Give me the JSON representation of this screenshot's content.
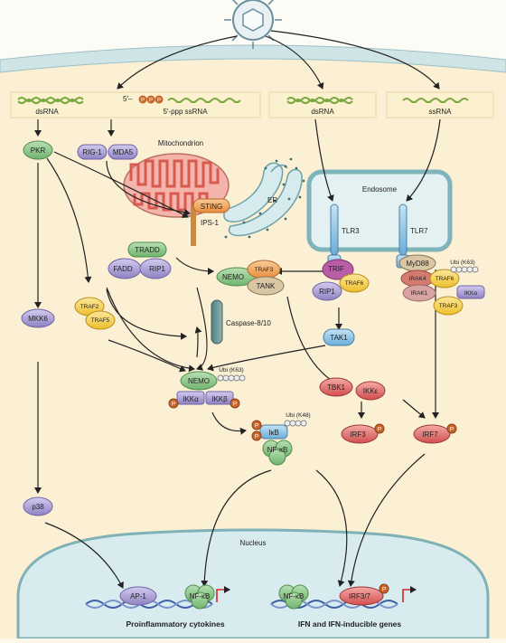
{
  "inputs": {
    "dsrna_left": "dsRNA",
    "ppp_ssrna": "5′-ppp ssRNA",
    "five_prime": "5′–",
    "dsrna_right": "dsRNA",
    "ssrna": "ssRNA"
  },
  "mito": {
    "label": "Mitochondrion",
    "er": "ER"
  },
  "endosome": {
    "label": "Endosome"
  },
  "nucleus": {
    "label": "Nucleus"
  },
  "proteins": {
    "pkr": "PKR",
    "rig1": "RIG-1",
    "mda5": "MDA5",
    "sting": "STING",
    "ips1": "IPS-1",
    "tradd": "TRADD",
    "fadd": "FADD",
    "rip1_a": "RIP1",
    "nemo_a": "NEMO",
    "traf3_a": "TRAF3",
    "tank": "TANK",
    "trif": "TRIF",
    "traf6_a": "TRAF6",
    "rip1_b": "RIP1",
    "tlr3": "TLR3",
    "tlr7": "TLR7",
    "myd88": "MyD88",
    "irak4": "IRAK4",
    "irak1": "IRAK1",
    "traf6_b": "TRAF6",
    "ikka_b": "IKKα",
    "traf3_b": "TRAF3",
    "traf2": "TRAF2",
    "traf5": "TRAF5",
    "caspase": "Caspase-8/10",
    "tak1": "TAK1",
    "mkk6": "MKK6",
    "nemo_b": "NEMO",
    "ikka": "IKKα",
    "ikkb": "IKKβ",
    "ikb": "IκB",
    "nfkb": "NF-κB",
    "tbk1": "TBK1",
    "ikke": "IKKε",
    "irf3": "IRF3",
    "irf7": "IRF7",
    "p38": "p38",
    "ap1": "AP-1",
    "nfkb_n1": "NF-κB",
    "nfkb_n2": "NF-κB",
    "irf37": "IRF3/7",
    "phos": "P",
    "ppp": "P"
  },
  "ubi": {
    "k63_a": "Ubi (K63)",
    "k63_b": "Ubi (K63)",
    "k48": "Ubi (K48)"
  },
  "outputs": {
    "proinflammatory": "Proinflammatory cytokines",
    "ifn": "IFN and IFN-inducible genes"
  },
  "colors": {
    "cytoplasm": "#fdf3dc",
    "membrane": "#d6e9e9",
    "nucleus": "#d9ebee",
    "green": "#8cc88a",
    "purple": "#a79bd0",
    "yellow": "#f7d14a",
    "orange": "#f3a35d",
    "blue": "#8cc4e6",
    "red": "#e46a6a",
    "phospho": "#c8662a"
  }
}
